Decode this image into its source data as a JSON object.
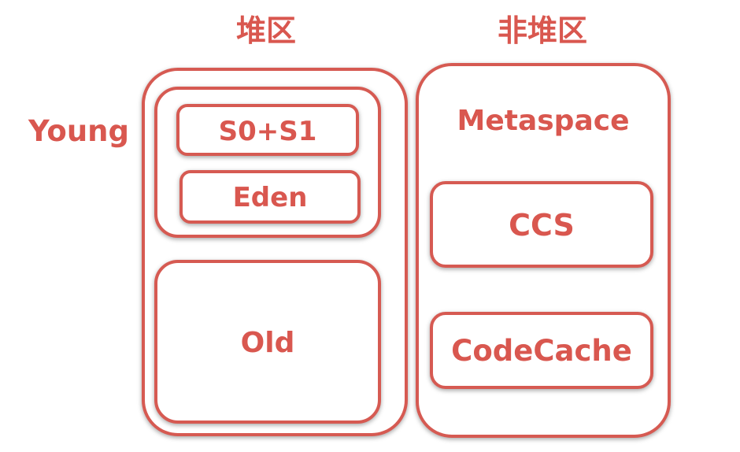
{
  "heap": {
    "title": "堆区",
    "young_label": "Young",
    "survivor": "S0+S1",
    "eden": "Eden",
    "old": "Old"
  },
  "non_heap": {
    "title": "非堆区",
    "metaspace": "Metaspace",
    "ccs": "CCS",
    "codecache": "CodeCache"
  },
  "colors": {
    "accent": "#d9574f",
    "border": "#d65a52",
    "background": "#ffffff"
  }
}
